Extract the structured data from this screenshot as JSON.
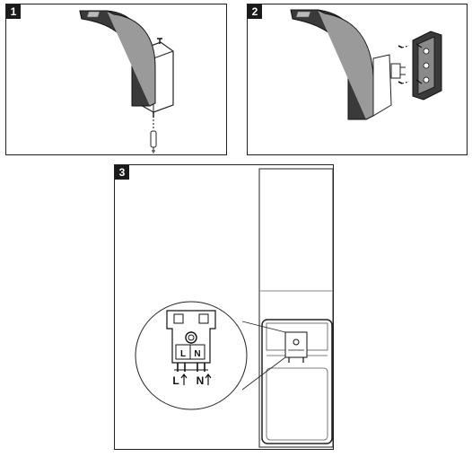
{
  "steps": [
    {
      "number": "1"
    },
    {
      "number": "2"
    },
    {
      "number": "3"
    }
  ],
  "terminal": {
    "l_label": "L",
    "n_label": "N",
    "l_arrow_label": "L",
    "n_arrow_label": "N"
  }
}
